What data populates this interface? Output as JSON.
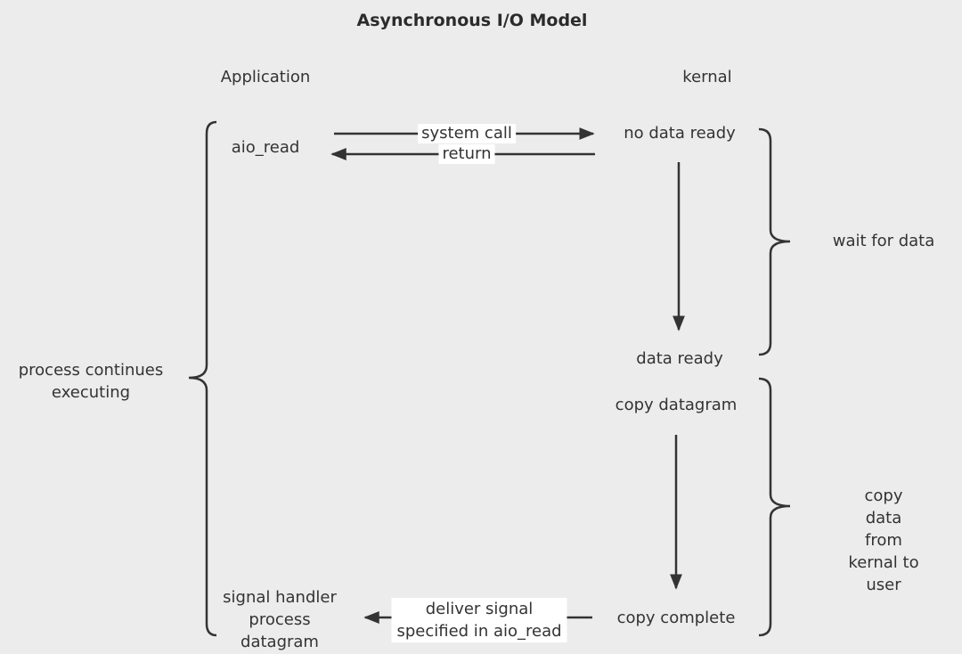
{
  "title": "Asynchronous I/O Model",
  "columns": {
    "application": "Application",
    "kernel": "kernal"
  },
  "application": {
    "aio_read": "aio_read",
    "signal_handler": [
      "signal handler",
      "process",
      "datagram"
    ],
    "process_continues": [
      "process continues",
      "executing"
    ]
  },
  "kernel": {
    "no_data_ready": "no data ready",
    "data_ready": "data ready",
    "copy_datagram": "copy datagram",
    "copy_complete": "copy complete"
  },
  "arrows": {
    "system_call": "system call",
    "return": "return",
    "deliver_signal": [
      "deliver signal",
      "specified in aio_read"
    ]
  },
  "phases": {
    "wait_for_data": "wait for data",
    "copy_data": [
      "copy data from",
      "kernal to user"
    ]
  },
  "colors": {
    "background": "#ececec",
    "line": "#333333",
    "label_box": "#ffffff"
  }
}
